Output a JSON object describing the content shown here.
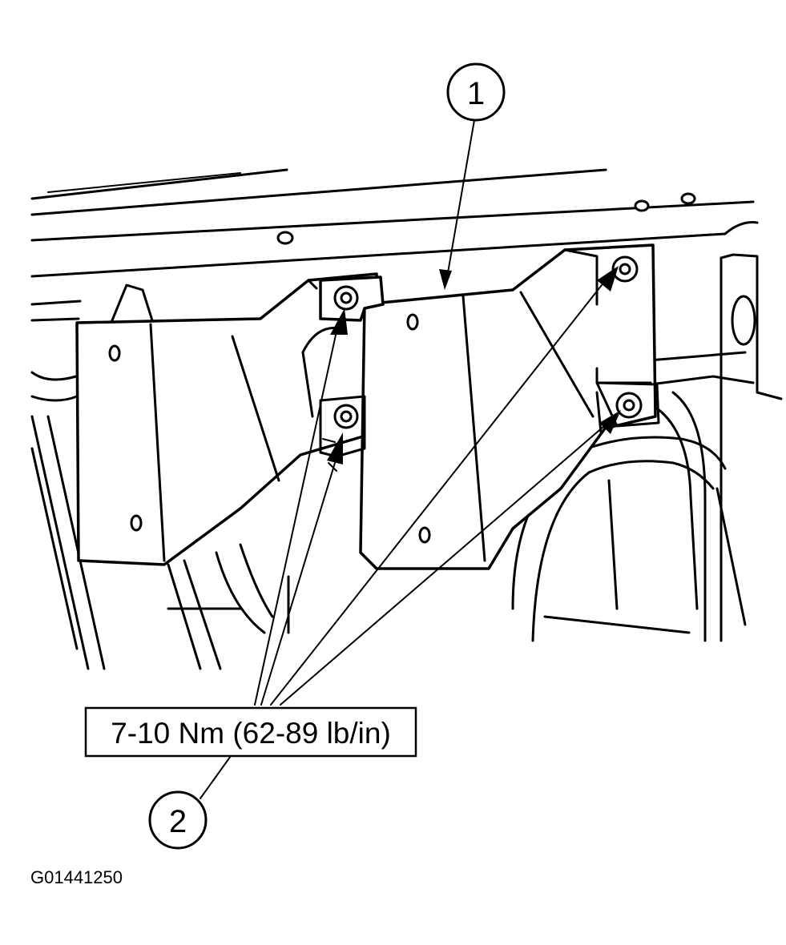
{
  "callouts": [
    {
      "number": "1"
    },
    {
      "number": "2"
    }
  ],
  "torque_label": "7-10 Nm (62-89 lb/in)",
  "figure_id": "G01441250",
  "colors": {
    "ink": "#000000",
    "paper": "#ffffff"
  }
}
